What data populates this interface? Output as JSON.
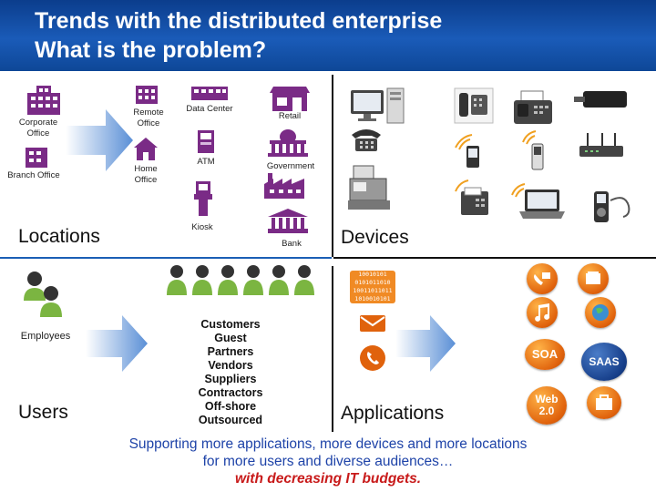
{
  "title": {
    "line1": "Trends with the distributed enterprise",
    "line2": "What is the problem?"
  },
  "locations": {
    "heading": "Locations",
    "corporate_office": "Corporate Office",
    "branch_office": "Branch Office",
    "remote_office": "Remote Office",
    "home_office": "Home Office",
    "data_center": "Data Center",
    "atm": "ATM",
    "kiosk": "Kiosk",
    "retail": "Retail",
    "government": "Government",
    "bank": "Bank"
  },
  "devices": {
    "heading": "Devices"
  },
  "users": {
    "heading": "Users",
    "employees": "Employees",
    "audiences": [
      "Customers",
      "Guest",
      "Partners",
      "Vendors",
      "Suppliers",
      "Contractors",
      "Off-shore",
      "Outsourced"
    ]
  },
  "applications": {
    "heading": "Applications",
    "binary_text": "10010101 0101011010 10011011011 1010010101 0110010101",
    "soa": "SOA",
    "saas": "SAAS",
    "web20": "Web 2.0"
  },
  "footer": {
    "line1": "Supporting more applications, more devices and more locations",
    "line2": "for more users and diverse audiences…",
    "line3": "with decreasing IT budgets."
  },
  "colors": {
    "header_blue": "#1a5bb8",
    "building_purple": "#7a2b86",
    "arrow_blue": "#5a8fd6",
    "footer_blue": "#1e43a8",
    "footer_red": "#c81a1a",
    "app_orange": "#e0620c",
    "app_navy": "#173f8a"
  }
}
